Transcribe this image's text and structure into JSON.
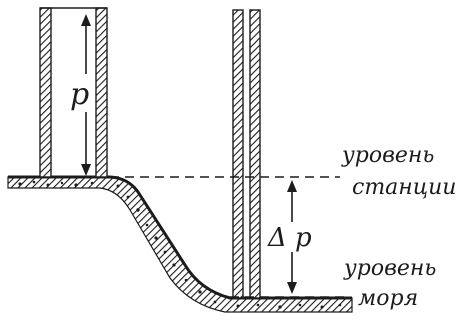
{
  "diagram": {
    "labels": {
      "p": "p",
      "delta_p": "Δ p",
      "station_level_line1": "уровень",
      "station_level_line2": "станции",
      "sea_level_line1": "уровень",
      "sea_level_line2": "моря"
    },
    "colors": {
      "ink": "#1c1c1c",
      "paper": "#ffffff"
    }
  }
}
